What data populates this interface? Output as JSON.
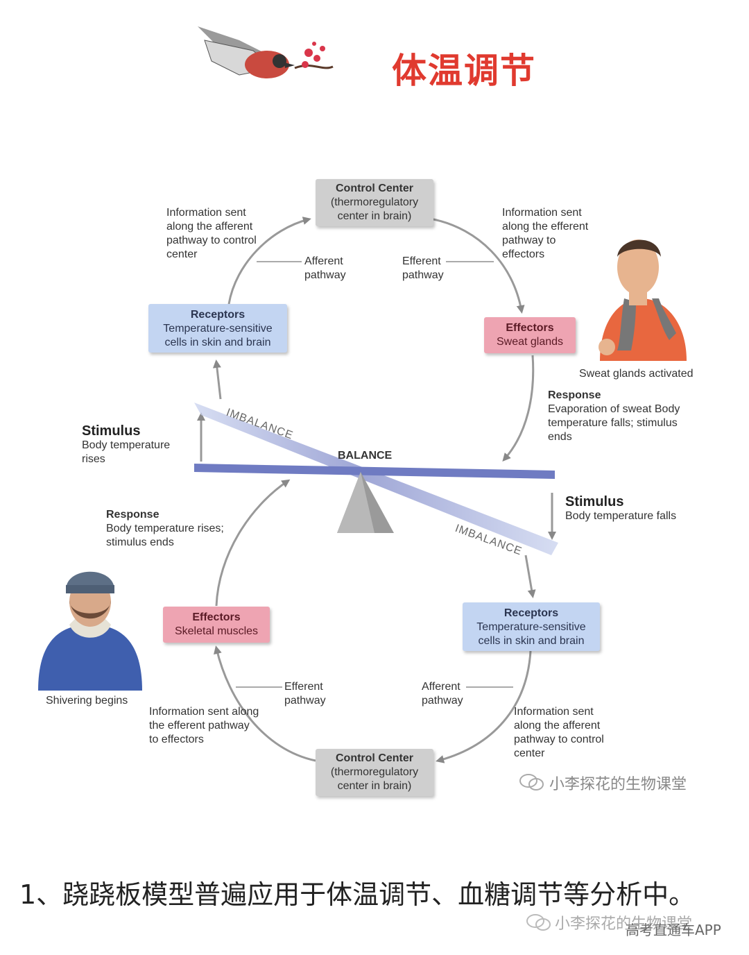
{
  "title": "体温调节",
  "top_loop": {
    "control_center": {
      "label": "Control Center",
      "detail": "(thermoregulatory center in brain)"
    },
    "receptors": {
      "label": "Receptors",
      "detail": "Temperature-sensitive cells in skin and brain"
    },
    "effectors": {
      "label": "Effectors",
      "detail": "Sweat glands"
    },
    "afferent_info": "Information sent along the afferent pathway to control center",
    "efferent_info": "Information sent along the efferent pathway to effectors",
    "afferent_label": "Afferent pathway",
    "efferent_label": "Efferent pathway",
    "stimulus_title": "Stimulus",
    "stimulus_text": "Body temperature rises",
    "response_title": "Response",
    "response_text": "Evaporation of sweat Body temperature falls; stimulus ends",
    "photo_caption": "Sweat glands activated"
  },
  "seesaw": {
    "balance": "BALANCE",
    "imbalance_top": "IMBALANCE",
    "imbalance_bottom": "IMBALANCE"
  },
  "bottom_loop": {
    "control_center": {
      "label": "Control Center",
      "detail": "(thermoregulatory center in brain)"
    },
    "receptors": {
      "label": "Receptors",
      "detail": "Temperature-sensitive cells in skin and brain"
    },
    "effectors": {
      "label": "Effectors",
      "detail": "Skeletal muscles"
    },
    "afferent_info": "Information sent along the afferent pathway to control center",
    "efferent_info": "Information sent along the efferent pathway to effectors",
    "afferent_label": "Afferent pathway",
    "efferent_label": "Efferent pathway",
    "stimulus_title": "Stimulus",
    "stimulus_text": "Body temperature falls",
    "response_title": "Response",
    "response_text": "Body temperature rises; stimulus ends",
    "photo_caption": "Shivering begins"
  },
  "watermark_1": "小李探花的生物课堂",
  "caption": "1、跷跷板模型普遍应用于体温调节、血糖调节等分析中。",
  "watermark_2": "小李探花的生物课堂",
  "watermark_3": "高考直通车APP",
  "colors": {
    "title": "#e03a2f",
    "control_box": "#cfcfcf",
    "receptor_box": "#c3d5f2",
    "effector_box": "#eea4b2"
  }
}
